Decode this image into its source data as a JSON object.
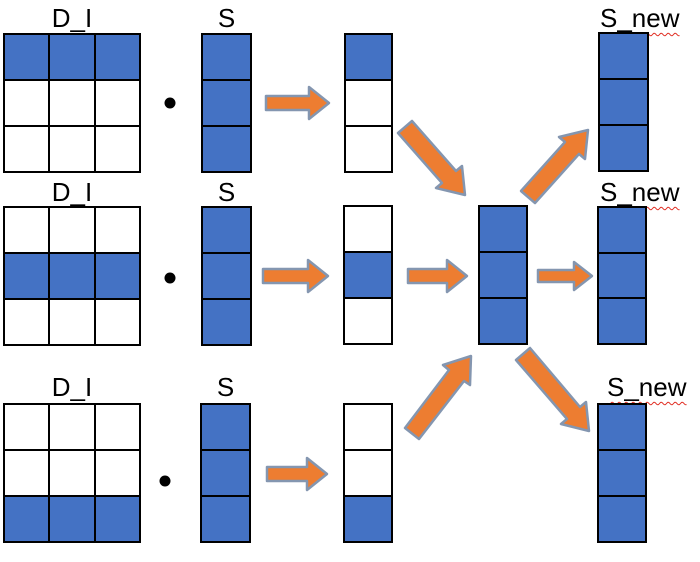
{
  "colors": {
    "cell_fill_blue": "#4472C4",
    "cell_fill_white": "#FFFFFF",
    "cell_border": "#000000",
    "arrow_fill": "#ED7D31",
    "arrow_outline": "#8496B0",
    "label_text": "#000000",
    "spellcheck_underline": "#E02B20"
  },
  "rows": [
    {
      "matrix_label": "D_I",
      "dot_symbol": "•",
      "vector_label": "S",
      "result_label": "S_new",
      "matrix_cells": [
        [
          1,
          1,
          1
        ],
        [
          0,
          0,
          0
        ],
        [
          0,
          0,
          0
        ]
      ],
      "vector_cells": [
        1,
        1,
        1
      ],
      "product_cells": [
        1,
        0,
        0
      ],
      "result_cells": [
        1,
        1,
        1
      ]
    },
    {
      "matrix_label": "D_I",
      "dot_symbol": "•",
      "vector_label": "S",
      "result_label": "S_new",
      "matrix_cells": [
        [
          0,
          0,
          0
        ],
        [
          1,
          1,
          1
        ],
        [
          0,
          0,
          0
        ]
      ],
      "vector_cells": [
        1,
        1,
        1
      ],
      "product_cells": [
        0,
        1,
        0
      ],
      "result_cells": [
        1,
        1,
        1
      ]
    },
    {
      "matrix_label": "D_I",
      "dot_symbol": "•",
      "vector_label": "S",
      "result_label": "S_new",
      "matrix_cells": [
        [
          0,
          0,
          0
        ],
        [
          0,
          0,
          0
        ],
        [
          1,
          1,
          1
        ]
      ],
      "vector_cells": [
        1,
        1,
        1
      ],
      "product_cells": [
        0,
        0,
        1
      ],
      "result_cells": [
        1,
        1,
        1
      ]
    }
  ],
  "center_column_cells": [
    1,
    1,
    1
  ],
  "arrows": [
    {
      "name": "row1-s-to-product-arrow",
      "direction": "right"
    },
    {
      "name": "row2-s-to-product-arrow",
      "direction": "right"
    },
    {
      "name": "row3-s-to-product-arrow",
      "direction": "right"
    },
    {
      "name": "row1-product-to-center-arrow",
      "direction": "down-right"
    },
    {
      "name": "row2-product-to-center-arrow",
      "direction": "right"
    },
    {
      "name": "row3-product-to-center-arrow",
      "direction": "up-right"
    },
    {
      "name": "center-to-top-s-new-arrow",
      "direction": "up-right"
    },
    {
      "name": "center-to-middle-s-new-arrow",
      "direction": "right"
    },
    {
      "name": "center-to-bottom-s-new-arrow",
      "direction": "down-right"
    }
  ]
}
